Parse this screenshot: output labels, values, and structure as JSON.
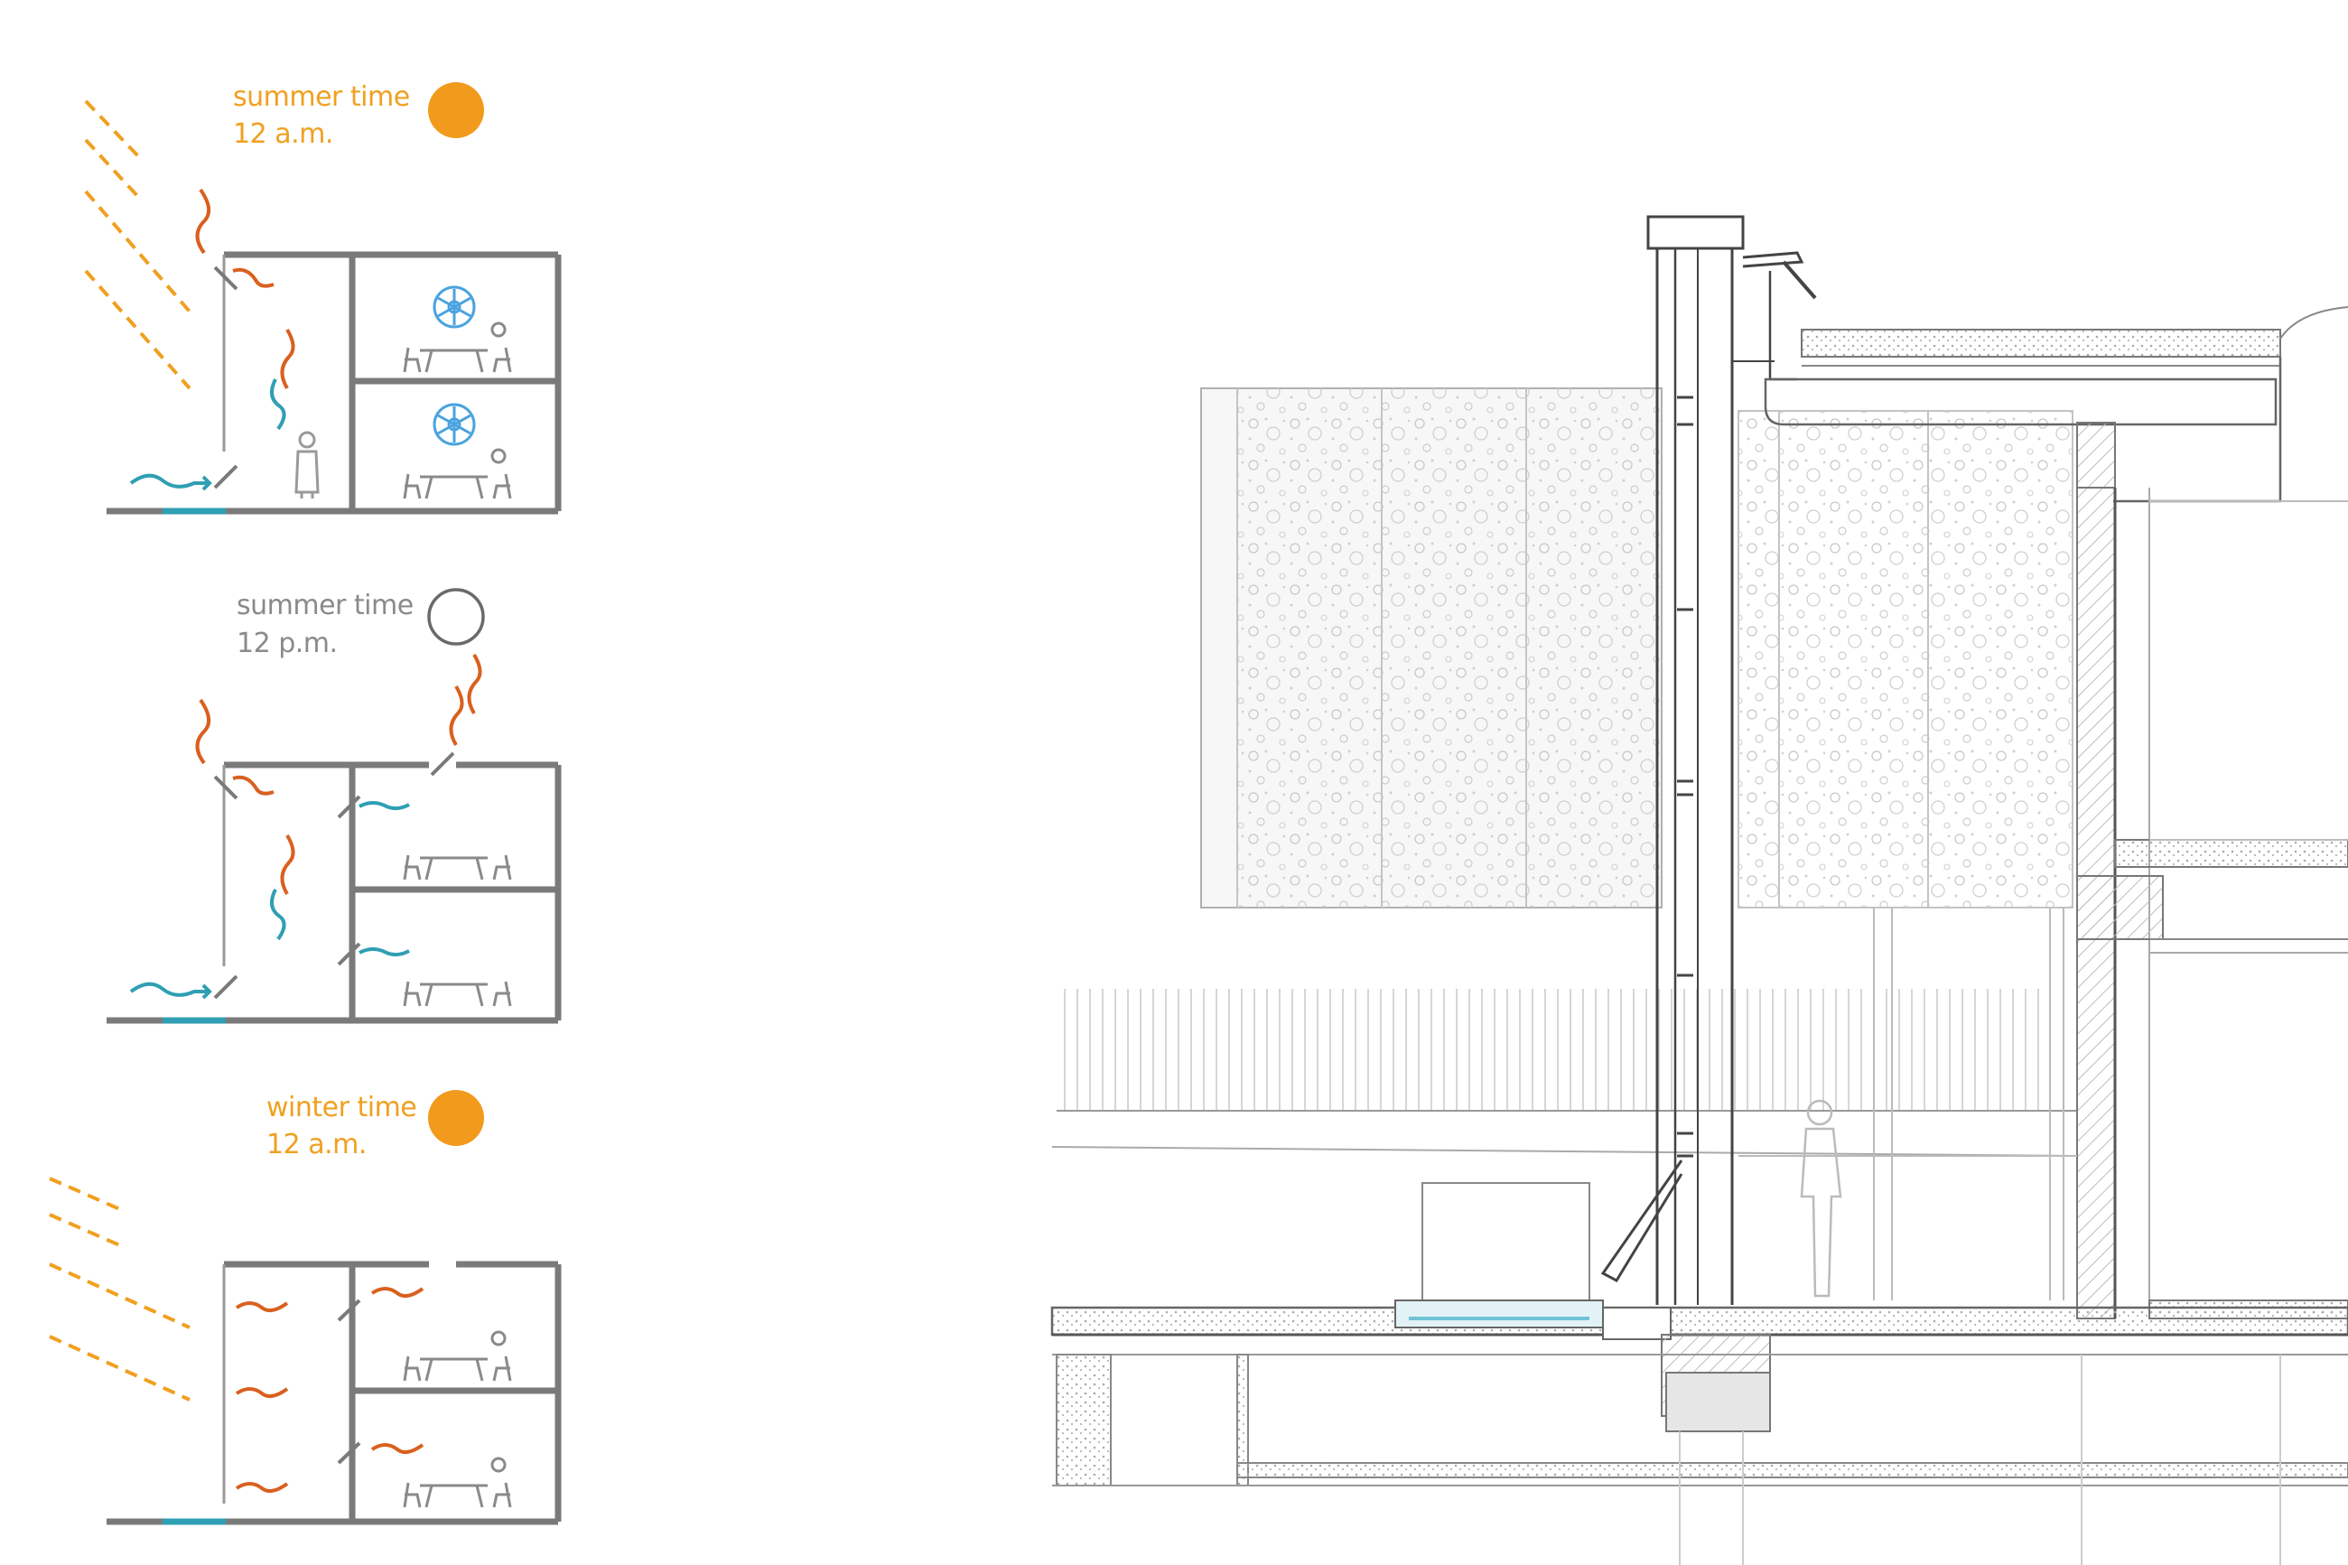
{
  "scenarios": [
    {
      "season": "summer time",
      "time": "12 a.m.",
      "color": "#f0a020",
      "sun": "filled"
    },
    {
      "season": "summer time",
      "time": "12 p.m.",
      "color": "#8a8a8a",
      "sun": "outline"
    },
    {
      "season": "winter time",
      "time": "12 a.m.",
      "color": "#f0a020",
      "sun": "filled"
    }
  ],
  "colors": {
    "wall": "#7a7a7a",
    "sun": "#f29a1c",
    "sun_ray": "#f0a020",
    "warm_air": "#d9601f",
    "cool_air": "#2f9fb3",
    "fan": "#4aa3df",
    "line": "#555555",
    "hatch": "#bdbdbd"
  },
  "icons": {
    "sun": "sun-icon",
    "moon": "moon-icon",
    "fan": "fan-icon",
    "person": "person-icon"
  }
}
